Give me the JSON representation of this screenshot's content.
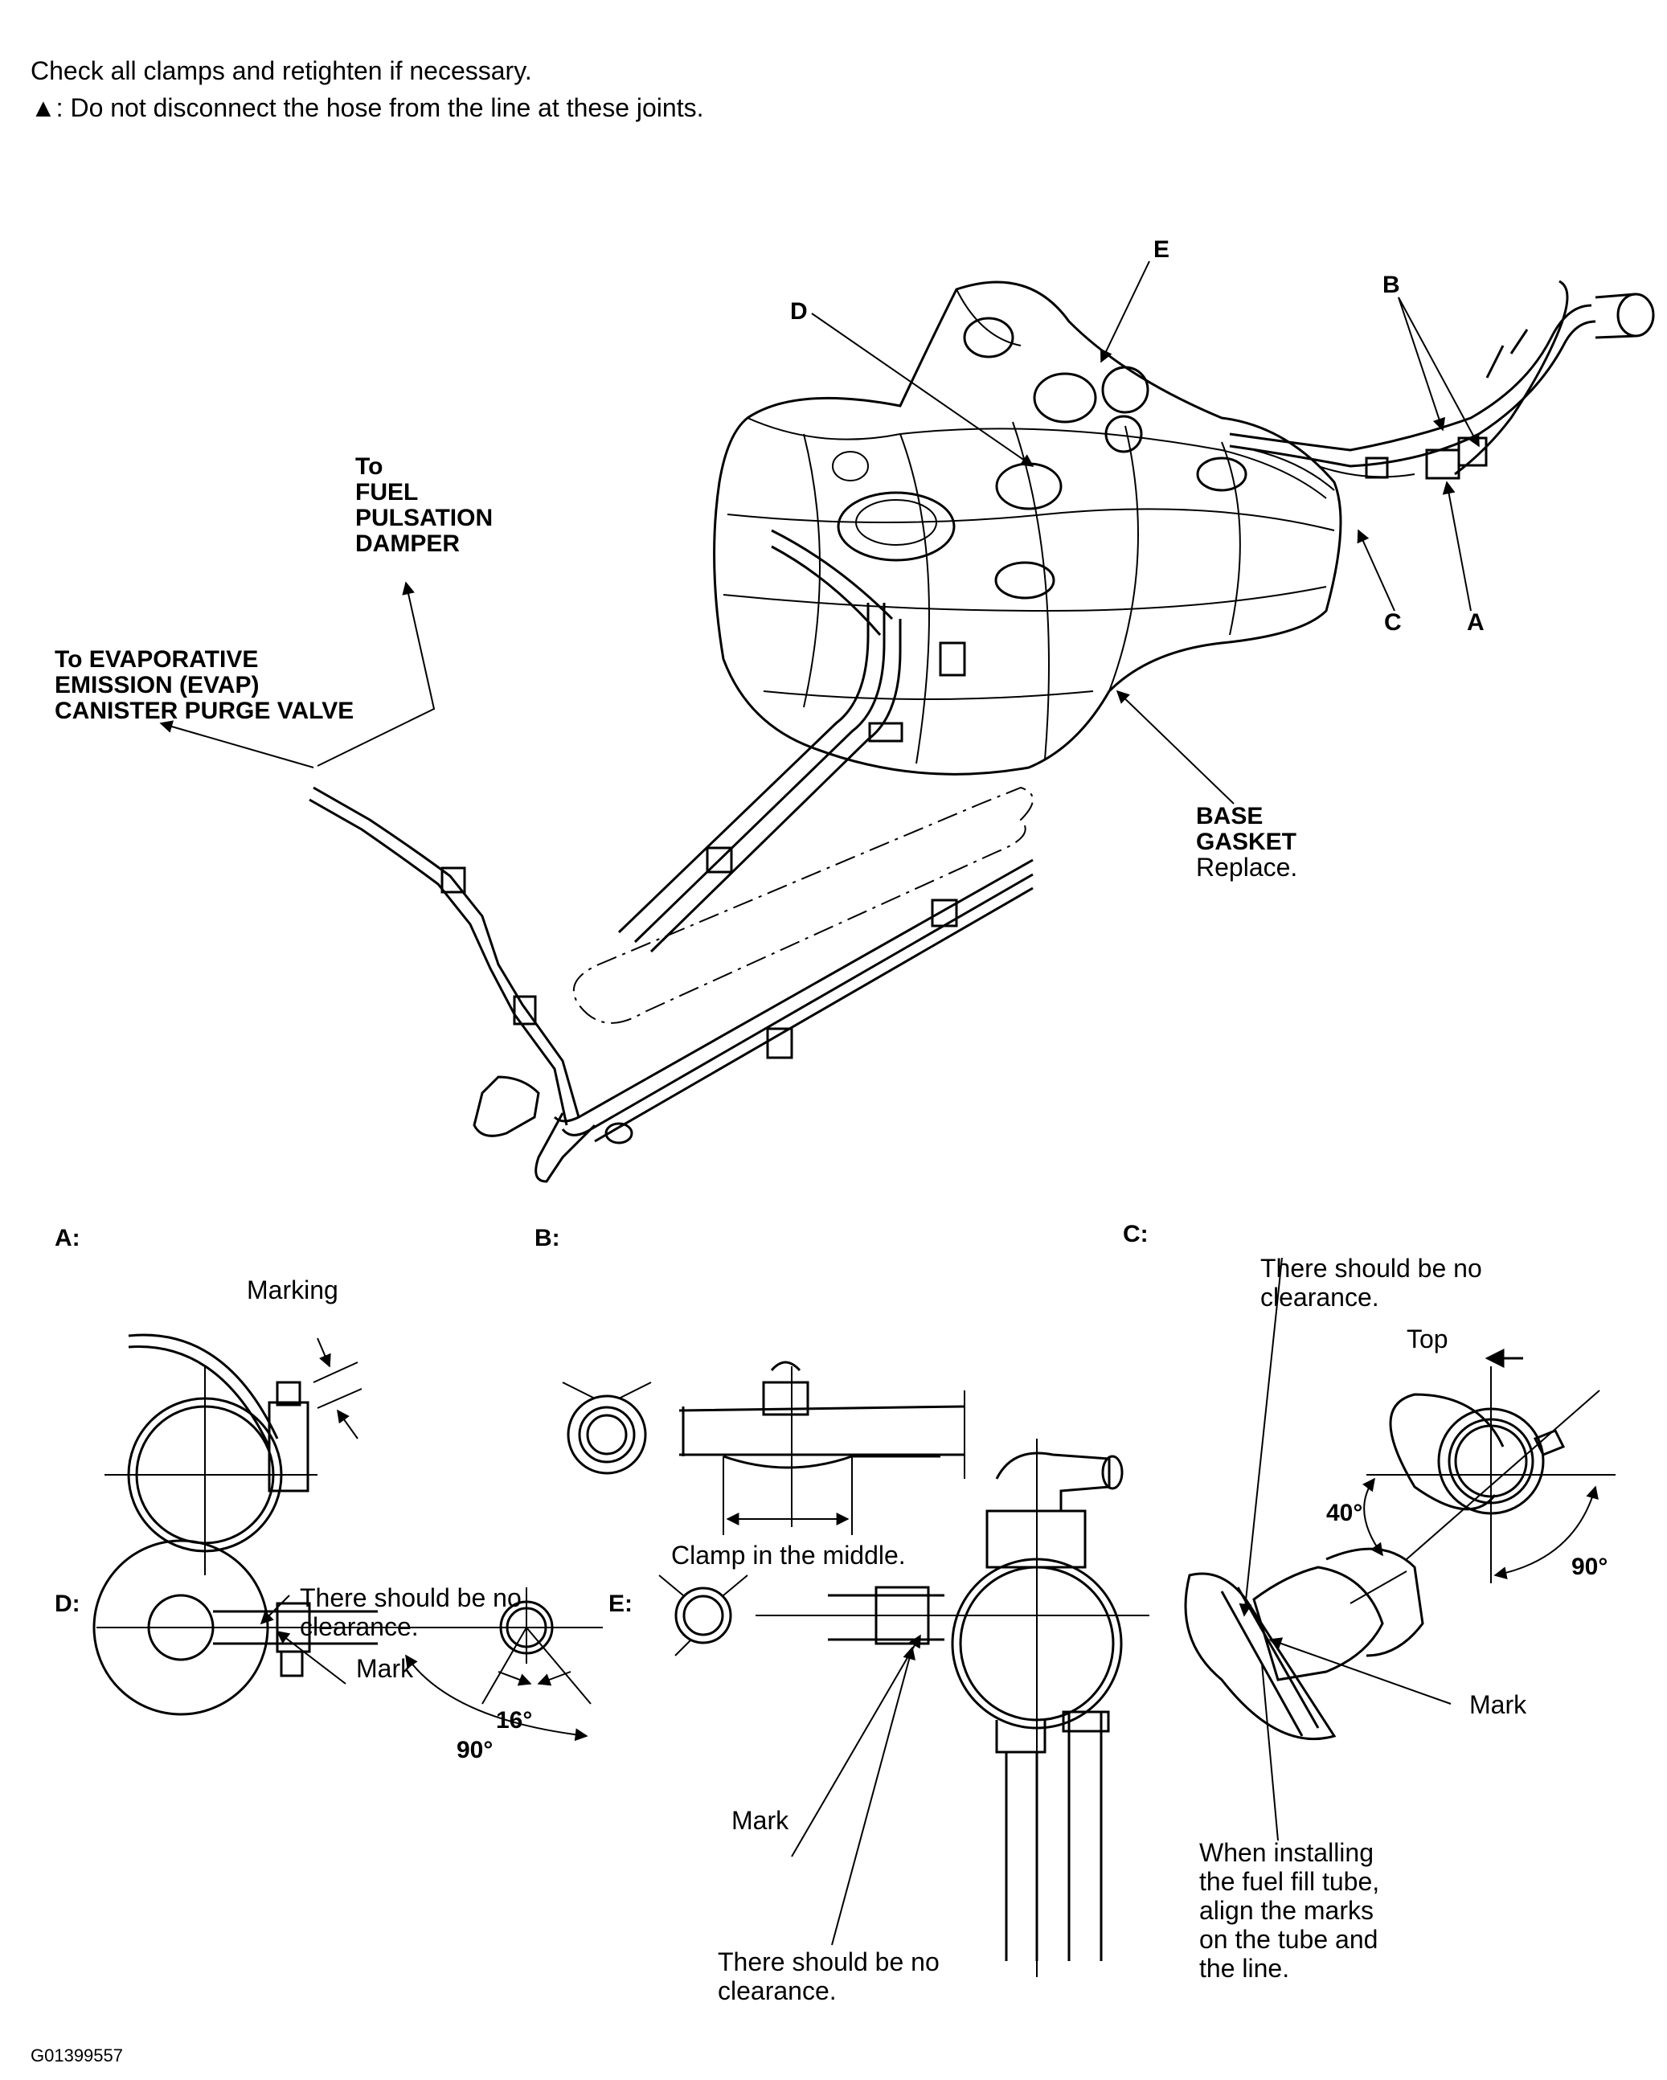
{
  "notes": {
    "line1": "Check all clamps and retighten if necessary.",
    "triangle_symbol": "▲",
    "line2": ": Do not disconnect the hose from the line at these joints."
  },
  "callouts": {
    "to_fuel": "To",
    "fuel_line2": "FUEL",
    "fuel_line3": "PULSATION",
    "fuel_line4": "DAMPER",
    "evap_line1": "To EVAPORATIVE",
    "evap_line2": "EMISSION (EVAP)",
    "evap_line3": "CANISTER PURGE VALVE",
    "letter_a": "A",
    "letter_b": "B",
    "letter_c": "C",
    "letter_d": "D",
    "letter_e": "E",
    "base_line1": "BASE",
    "base_line2": "GASKET",
    "base_line3": "Replace."
  },
  "details": {
    "a_label": "A:",
    "a_marking": "Marking",
    "b_label": "B:",
    "b_caption": "Clamp in the middle.",
    "c_label": "C:",
    "c_note_line1": "There should be no",
    "c_note_line2": "clearance.",
    "c_top": "Top",
    "c_angle_40": "40°",
    "c_angle_90": "90°",
    "c_mark": "Mark",
    "c_install_line1": "When installing",
    "c_install_line2": "the fuel fill tube,",
    "c_install_line3": "align the marks",
    "c_install_line4": "on the tube and",
    "c_install_line5": "the line.",
    "d_label": "D:",
    "d_note_line1": "There should be no",
    "d_note_line2": "clearance.",
    "d_mark": "Mark",
    "d_angle_16": "16°",
    "d_angle_90": "90°",
    "e_label": "E:",
    "e_mark": "Mark",
    "e_note_line1": "There should be no",
    "e_note_line2": "clearance."
  },
  "figure_id": "G01399557"
}
